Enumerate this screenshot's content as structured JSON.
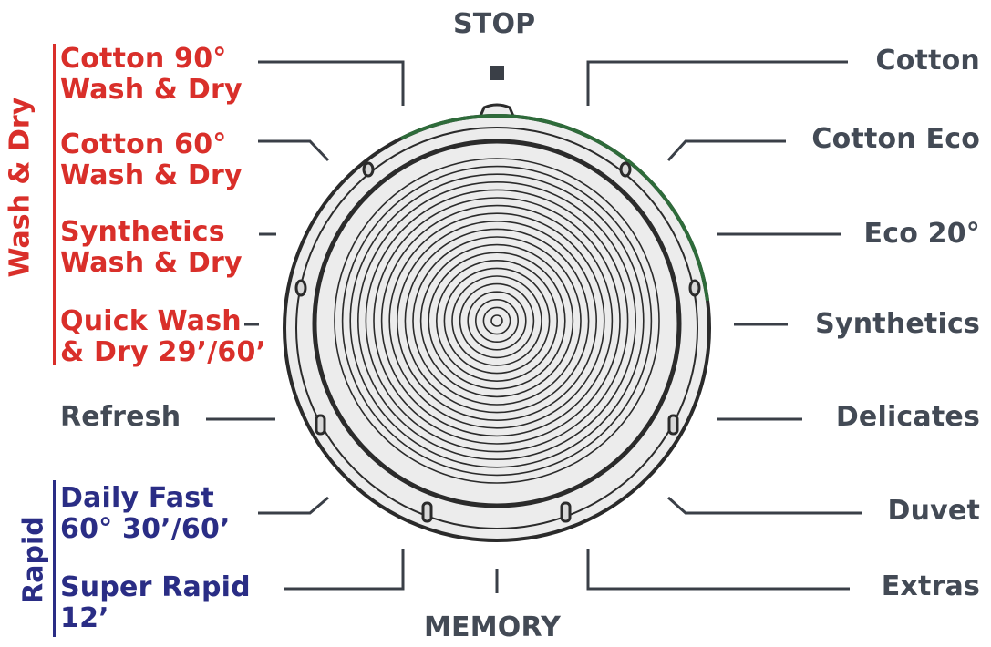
{
  "colors": {
    "text_gray": "#434a55",
    "wash_dry_red": "#d92f2a",
    "rapid_blue": "#2a2d85",
    "leader_line": "#3a3f47",
    "dial_rim": "#2e6b3a",
    "dial_face": "#ececec"
  },
  "top_label": "STOP",
  "bottom_label": "MEMORY",
  "groups": {
    "wash_dry": "Wash & Dry",
    "rapid": "Rapid"
  },
  "left_programs": {
    "cotton90": [
      "Cotton 90°",
      "Wash & Dry"
    ],
    "cotton60": [
      "Cotton 60°",
      "Wash & Dry"
    ],
    "synthetics_wd": [
      "Synthetics",
      "Wash & Dry"
    ],
    "quick_wash": [
      "Quick Wash",
      "& Dry 29’/60’"
    ],
    "refresh": "Refresh",
    "daily_fast": [
      "Daily Fast",
      "60° 30’/60’"
    ],
    "super_rapid": [
      "Super Rapid",
      "12’"
    ]
  },
  "right_programs": {
    "cotton": "Cotton",
    "cotton_eco": "Cotton Eco",
    "eco20": "Eco 20°",
    "synthetics": "Synthetics",
    "delicates": "Delicates",
    "duvet": "Duvet",
    "extras": "Extras"
  }
}
